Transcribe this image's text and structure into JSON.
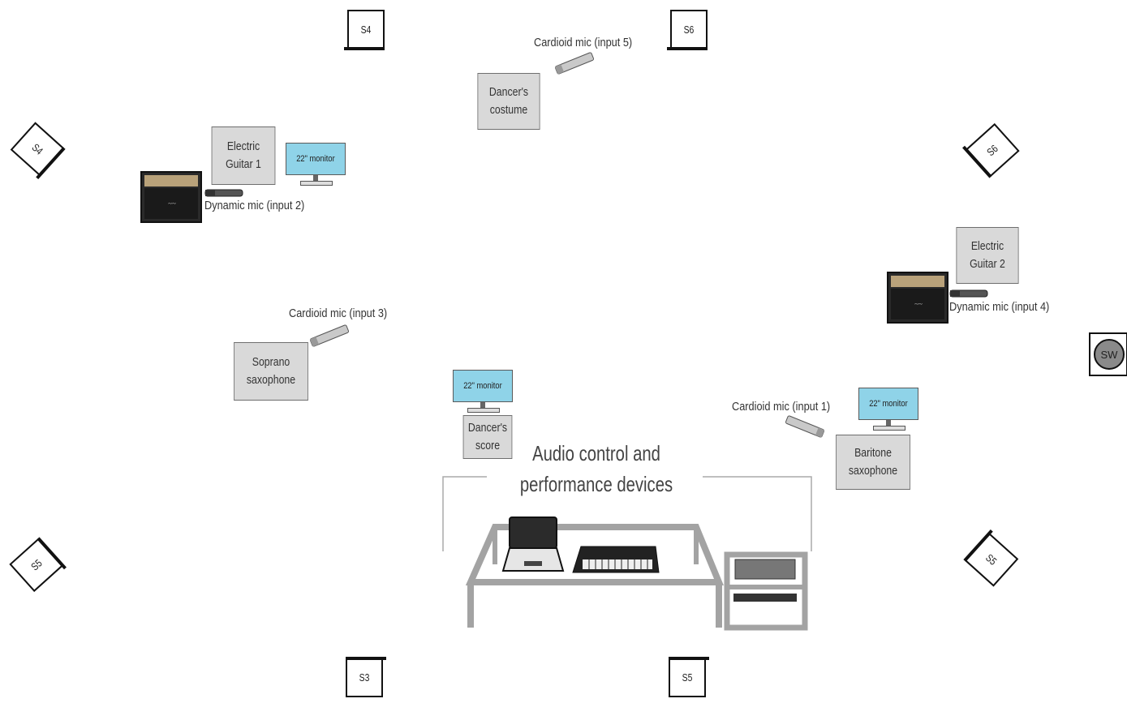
{
  "speakers": {
    "s4_top": "S4",
    "s6_top": "S6",
    "s4_left": "S4",
    "s6_right": "S6",
    "s5_left": "S5",
    "s5_right": "S5",
    "s3_bottom": "S3",
    "s5_bottom": "S5",
    "subwoofer": "SW"
  },
  "instruments": {
    "guitar1": [
      "Electric",
      "Guitar 1"
    ],
    "guitar2": [
      "Electric",
      "Guitar 2"
    ],
    "dancer_costume": [
      "Dancer's",
      "costume"
    ],
    "soprano_sax": [
      "Soprano",
      "saxophone"
    ],
    "dancer_score": [
      "Dancer's",
      "score"
    ],
    "baritone_sax": [
      "Baritone",
      "saxophone"
    ]
  },
  "mics": {
    "input1": "Cardioid mic (input 1)",
    "input2": "Dynamic mic (input 2)",
    "input3": "Cardioid mic (input 3)",
    "input4": "Dynamic mic (input 4)",
    "input5": "Cardioid mic (input 5)"
  },
  "monitors": {
    "guitar1": "22\" monitor",
    "score": "22\" monitor",
    "baritone": "22\" monitor"
  },
  "control": {
    "title_line1": "Audio control and",
    "title_line2": "performance devices"
  },
  "colors": {
    "monitor": "#8fd3e8",
    "box": "#d9d9d9",
    "table": "#a3a3a3"
  }
}
